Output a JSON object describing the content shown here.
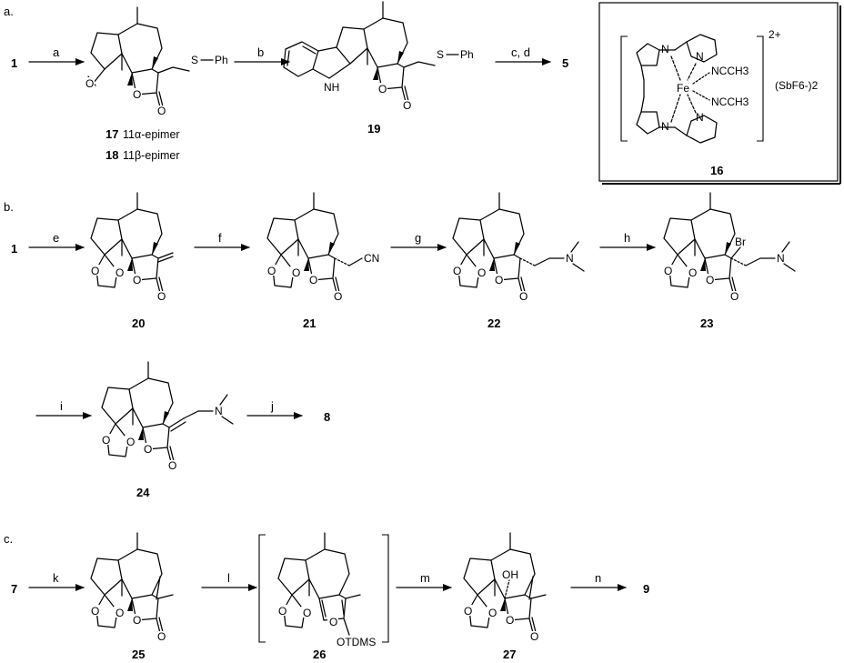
{
  "sections": [
    "a.",
    "b.",
    "c."
  ],
  "arrows": [
    {
      "reagent": "a"
    },
    {
      "reagent": "b"
    },
    {
      "reagent": "c, d"
    },
    {
      "reagent": "e"
    },
    {
      "reagent": "f"
    },
    {
      "reagent": "g"
    },
    {
      "reagent": "h"
    },
    {
      "reagent": "i"
    },
    {
      "reagent": "j"
    },
    {
      "reagent": "k"
    },
    {
      "reagent": "l"
    },
    {
      "reagent": "m"
    },
    {
      "reagent": "n"
    }
  ],
  "compounds": {
    "c1a": "1",
    "c5": "5",
    "c19": "19",
    "c1b": "1",
    "c20": "20",
    "c21": "21",
    "c22": "22",
    "c23": "23",
    "c24": "24",
    "c8": "8",
    "c7": "7",
    "c25": "25",
    "c26": "26",
    "c27": "27",
    "c9": "9",
    "c16": "16"
  },
  "epimers": {
    "e17_num": "17",
    "e17_txt": "11α-epimer",
    "e18_num": "18",
    "e18_txt": "11β-epimer"
  },
  "atoms": {
    "sph_s": "S",
    "sph_ph": "Ph",
    "s19_s": "S",
    "s19_ph": "Ph",
    "nh19": "NH",
    "cn21": "CN",
    "n22": "N",
    "n23": "N",
    "n24": "N",
    "br23": "Br",
    "otdms": "OTDMS",
    "oh27": "OH",
    "o": "O",
    "fe": "Fe",
    "ncch3": "NCCH3",
    "charge": "2+",
    "counter": "(SbF6-)2"
  }
}
